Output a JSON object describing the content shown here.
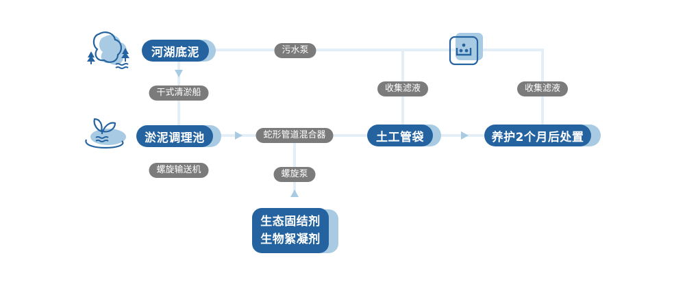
{
  "title": "河湖底泥处理工艺流程",
  "colors": {
    "node_primary": "#2563a0",
    "node_shadow": "#a8cbe3",
    "connector": "#e3eef6",
    "arrow": "#a8cbe3",
    "tag_bg": "#7b7b7b",
    "text_on_dark": "#ffffff"
  },
  "nodes": {
    "river_sediment": "河湖底泥",
    "sludge_tank": "淤泥调理池",
    "geotube": "土工管袋",
    "final_disposal": "养护2个月后处置",
    "agents_line1": "生态固结剂",
    "agents_line2": "生物絮凝剂"
  },
  "tags": {
    "sewage_pump": "污水泵",
    "dry_dredger": "干式清淤船",
    "screw_conveyor": "螺旋输送机",
    "serpentine_mixer": "蛇形管道混合器",
    "screw_pump": "螺旋泵",
    "collect_filtrate_1": "收集滤液",
    "collect_filtrate_2": "收集滤液"
  },
  "icons": {
    "river_sediment": "tree-cloud-water-icon",
    "sludge_tank": "sprout-pond-icon",
    "filtrate_collection": "water-drops-tank-icon"
  }
}
